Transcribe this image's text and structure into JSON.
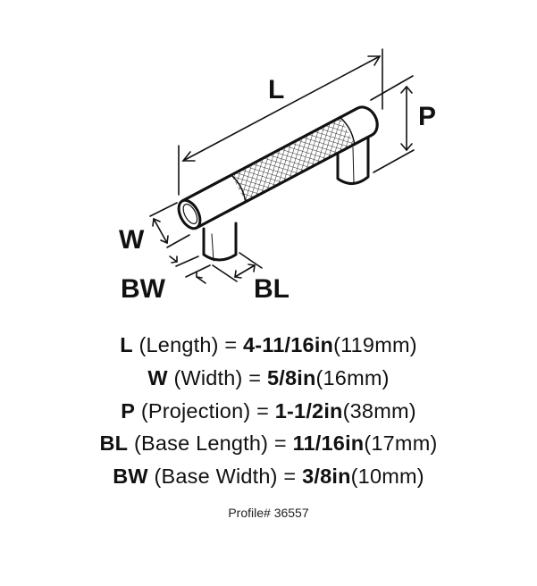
{
  "diagram": {
    "labels": {
      "length": "L",
      "projection": "P",
      "width": "W",
      "base_width": "BW",
      "base_length": "BL"
    }
  },
  "specs": [
    {
      "key": "L",
      "name": "(Length) =",
      "imperial": "4-11/16in",
      "metric": "(119mm)"
    },
    {
      "key": "W",
      "name": "(Width) =",
      "imperial": "5/8in",
      "metric": "(16mm)"
    },
    {
      "key": "P",
      "name": "(Projection) =",
      "imperial": "1-1/2in",
      "metric": "(38mm)"
    },
    {
      "key": "BL",
      "name": "(Base Length) =",
      "imperial": "11/16in",
      "metric": "(17mm)"
    },
    {
      "key": "BW",
      "name": "(Base Width) =",
      "imperial": "3/8in",
      "metric": "(10mm)"
    }
  ],
  "profile": "Profile# 36557",
  "colors": {
    "ink": "#111111",
    "background": "#ffffff"
  }
}
